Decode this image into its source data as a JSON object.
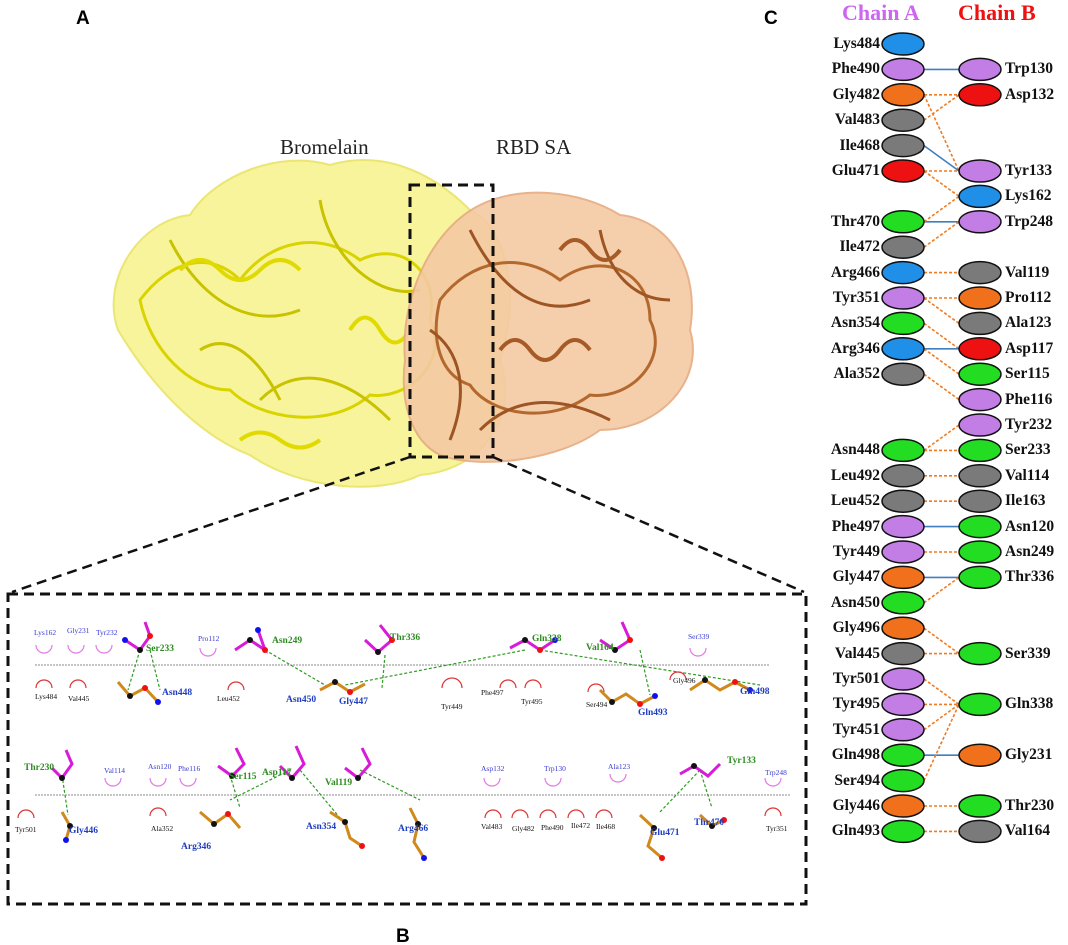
{
  "panels": {
    "a": "A",
    "b": "B",
    "c": "C"
  },
  "structure": {
    "left_label": "Bromelain",
    "right_label": "RBD SA"
  },
  "interface": {
    "chain_a_title": "Chain A",
    "chain_b_title": "Chain B",
    "chain_a_color": "#cc66ee",
    "chain_b_color": "#ee1111",
    "chain_a": [
      {
        "name": "Lys484",
        "color": "#1f8fe8"
      },
      {
        "name": "Phe490",
        "color": "#c37ee6"
      },
      {
        "name": "Gly482",
        "color": "#f0701b"
      },
      {
        "name": "Val483",
        "color": "#7a7a7a"
      },
      {
        "name": "Ile468",
        "color": "#7a7a7a"
      },
      {
        "name": "Glu471",
        "color": "#ee1111"
      },
      {
        "name": "Thr470",
        "color": "#22dd22"
      },
      {
        "name": "Ile472",
        "color": "#7a7a7a"
      },
      {
        "name": "Arg466",
        "color": "#1f8fe8"
      },
      {
        "name": "Tyr351",
        "color": "#c37ee6"
      },
      {
        "name": "Asn354",
        "color": "#22dd22"
      },
      {
        "name": "Arg346",
        "color": "#1f8fe8"
      },
      {
        "name": "Ala352",
        "color": "#7a7a7a"
      },
      {
        "name": "Asn448",
        "color": "#22dd22"
      },
      {
        "name": "Leu492",
        "color": "#7a7a7a"
      },
      {
        "name": "Leu452",
        "color": "#7a7a7a"
      },
      {
        "name": "Phe497",
        "color": "#c37ee6"
      },
      {
        "name": "Tyr449",
        "color": "#c37ee6"
      },
      {
        "name": "Gly447",
        "color": "#f0701b"
      },
      {
        "name": "Asn450",
        "color": "#22dd22"
      },
      {
        "name": "Gly496",
        "color": "#f0701b"
      },
      {
        "name": "Val445",
        "color": "#7a7a7a"
      },
      {
        "name": "Tyr501",
        "color": "#c37ee6"
      },
      {
        "name": "Tyr495",
        "color": "#c37ee6"
      },
      {
        "name": "Tyr451",
        "color": "#c37ee6"
      },
      {
        "name": "Gln498",
        "color": "#22dd22"
      },
      {
        "name": "Ser494",
        "color": "#22dd22"
      },
      {
        "name": "Gly446",
        "color": "#f0701b"
      },
      {
        "name": "Gln493",
        "color": "#22dd22"
      }
    ],
    "chain_b": [
      {
        "name": "Trp130",
        "color": "#c37ee6"
      },
      {
        "name": "Asp132",
        "color": "#ee1111"
      },
      {
        "name": "Tyr133",
        "color": "#c37ee6"
      },
      {
        "name": "Lys162",
        "color": "#1f8fe8"
      },
      {
        "name": "Trp248",
        "color": "#c37ee6"
      },
      {
        "name": "Val119",
        "color": "#7a7a7a"
      },
      {
        "name": "Pro112",
        "color": "#f0701b"
      },
      {
        "name": "Ala123",
        "color": "#7a7a7a"
      },
      {
        "name": "Asp117",
        "color": "#ee1111"
      },
      {
        "name": "Ser115",
        "color": "#22dd22"
      },
      {
        "name": "Phe116",
        "color": "#c37ee6"
      },
      {
        "name": "Tyr232",
        "color": "#c37ee6"
      },
      {
        "name": "Ser233",
        "color": "#22dd22"
      },
      {
        "name": "Val114",
        "color": "#7a7a7a"
      },
      {
        "name": "Ile163",
        "color": "#7a7a7a"
      },
      {
        "name": "Asn120",
        "color": "#22dd22"
      },
      {
        "name": "Asn249",
        "color": "#22dd22"
      },
      {
        "name": "Thr336",
        "color": "#22dd22"
      },
      {
        "name": "Ser339",
        "color": "#22dd22"
      },
      {
        "name": "Gln338",
        "color": "#22dd22"
      },
      {
        "name": "Gly231",
        "color": "#f0701b"
      },
      {
        "name": "Thr230",
        "color": "#22dd22"
      },
      {
        "name": "Val164",
        "color": "#7a7a7a"
      }
    ]
  },
  "ligplot_top": {
    "hbond_residues": [
      {
        "name": "Ser233",
        "color": "green"
      },
      {
        "name": "Asn249",
        "color": "green"
      },
      {
        "name": "Thr336",
        "color": "green"
      },
      {
        "name": "Gln338",
        "color": "green"
      },
      {
        "name": "Val164",
        "color": "green"
      },
      {
        "name": "Asn448",
        "color": "blue"
      },
      {
        "name": "Asn450",
        "color": "blue"
      },
      {
        "name": "Gly447",
        "color": "blue"
      },
      {
        "name": "Gln493",
        "color": "blue"
      },
      {
        "name": "Gln498",
        "color": "blue"
      }
    ],
    "hydrophobic_residues": [
      {
        "name": "Lys162",
        "color": "blue"
      },
      {
        "name": "Gly231",
        "color": "blue"
      },
      {
        "name": "Tyr232",
        "color": "blue"
      },
      {
        "name": "Pro112",
        "color": "blue"
      },
      {
        "name": "Ser339",
        "color": "blue"
      },
      {
        "name": "Lys484",
        "color": "black"
      },
      {
        "name": "Val445",
        "color": "black"
      },
      {
        "name": "Leu452",
        "color": "black"
      },
      {
        "name": "Tyr449",
        "color": "black"
      },
      {
        "name": "Phe497",
        "color": "black"
      },
      {
        "name": "Tyr495",
        "color": "black"
      },
      {
        "name": "Ser494",
        "color": "black"
      },
      {
        "name": "Gly496",
        "color": "black"
      }
    ]
  },
  "ligplot_bottom": {
    "hbond_residues": [
      {
        "name": "Thr230",
        "color": "green"
      },
      {
        "name": "Ser115",
        "color": "green"
      },
      {
        "name": "Asp117",
        "color": "green"
      },
      {
        "name": "Val119",
        "color": "green"
      },
      {
        "name": "Tyr133",
        "color": "green"
      },
      {
        "name": "Gly446",
        "color": "blue"
      },
      {
        "name": "Arg346",
        "color": "blue"
      },
      {
        "name": "Asn354",
        "color": "blue"
      },
      {
        "name": "Arg466",
        "color": "blue"
      },
      {
        "name": "Glu471",
        "color": "blue"
      },
      {
        "name": "Thr470",
        "color": "blue"
      }
    ],
    "hydrophobic_residues": [
      {
        "name": "Val114",
        "color": "blue"
      },
      {
        "name": "Asn120",
        "color": "blue"
      },
      {
        "name": "Phe116",
        "color": "blue"
      },
      {
        "name": "Asp132",
        "color": "blue"
      },
      {
        "name": "Trp130",
        "color": "blue"
      },
      {
        "name": "Ala123",
        "color": "blue"
      },
      {
        "name": "Trp248",
        "color": "blue"
      },
      {
        "name": "Tyr501",
        "color": "black"
      },
      {
        "name": "Ala352",
        "color": "black"
      },
      {
        "name": "Val483",
        "color": "black"
      },
      {
        "name": "Gly482",
        "color": "black"
      },
      {
        "name": "Phe490",
        "color": "black"
      },
      {
        "name": "Ile472",
        "color": "black"
      },
      {
        "name": "Ile468",
        "color": "black"
      },
      {
        "name": "Tyr351",
        "color": "black"
      }
    ]
  }
}
